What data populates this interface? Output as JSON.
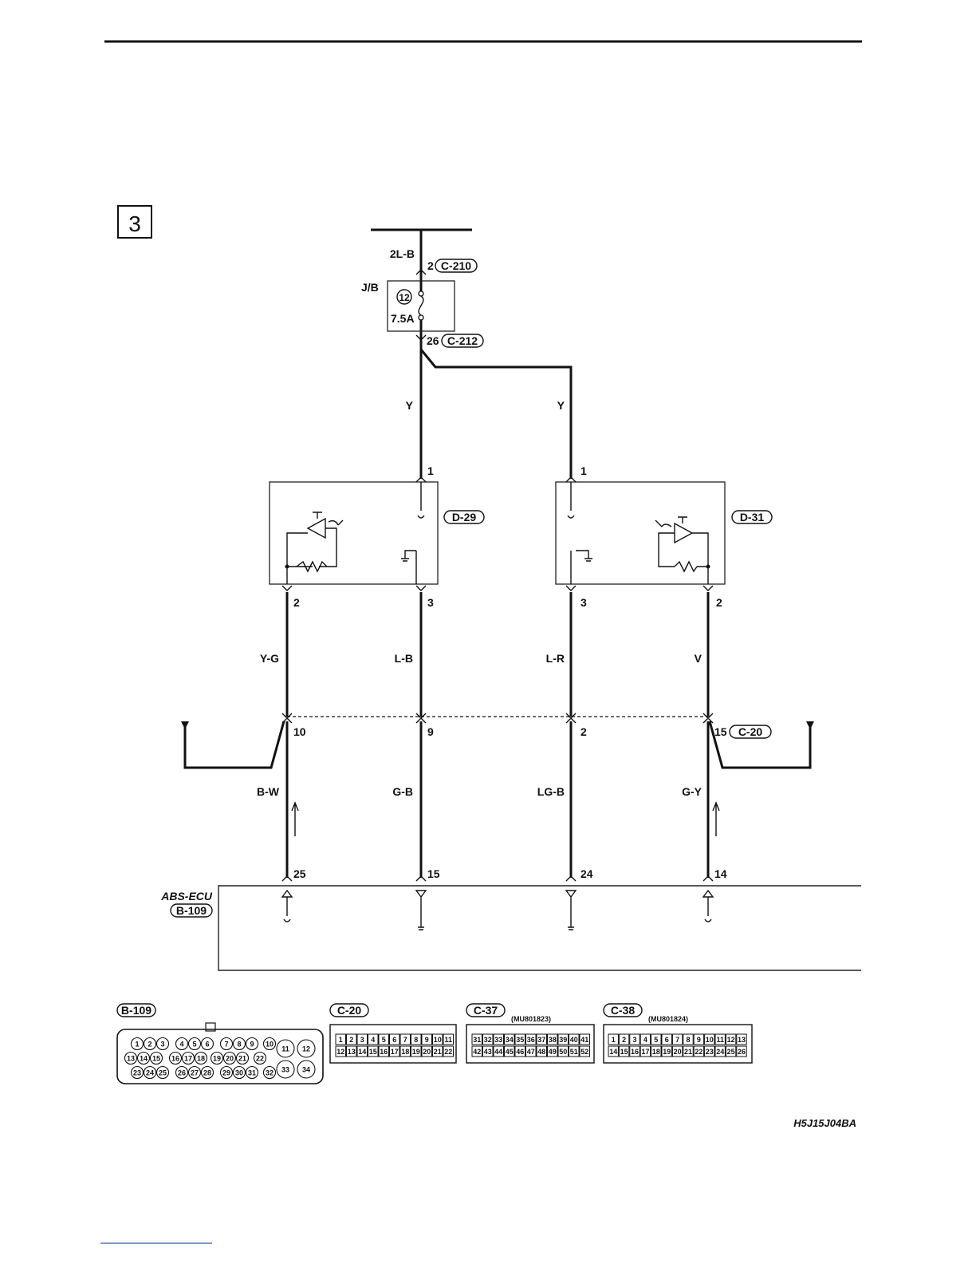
{
  "section_number": "3",
  "power": {
    "wire_top": "2L-B",
    "pin_top": "2",
    "connector_top": "C-210",
    "junction_block": "J/B",
    "fuse_number": "12",
    "fuse_rating": "7.5A",
    "pin_bottom": "26",
    "connector_bottom": "C-212"
  },
  "feed_wires": {
    "left": "Y",
    "right": "Y"
  },
  "sensors": [
    {
      "connector": "D-29",
      "pin_power": "1",
      "pin_signal": "2",
      "pin_ground": "3"
    },
    {
      "connector": "D-31",
      "pin_power": "1",
      "pin_signal": "2",
      "pin_ground": "3"
    }
  ],
  "upper_wires": [
    "Y-G",
    "L-B",
    "L-R",
    "V"
  ],
  "junction": {
    "connector": "C-20",
    "pins": [
      "10",
      "9",
      "2",
      "15"
    ]
  },
  "lower_wires": [
    "B-W",
    "G-B",
    "LG-B",
    "G-Y"
  ],
  "ecu": {
    "name": "ABS-ECU",
    "connector": "B-109",
    "pins": [
      "25",
      "15",
      "24",
      "14"
    ]
  },
  "connectors_legend": [
    {
      "id": "B-109",
      "rows": [
        [
          "1",
          "2",
          "3",
          "4",
          "5",
          "6",
          "7",
          "8",
          "9",
          "10",
          "11",
          "12"
        ],
        [
          "13",
          "14",
          "15",
          "16",
          "17",
          "18",
          "19",
          "20",
          "21",
          "22"
        ],
        [
          "23",
          "24",
          "25",
          "26",
          "27",
          "28",
          "29",
          "30",
          "31",
          "32",
          "33",
          "34"
        ]
      ]
    },
    {
      "id": "C-20",
      "part": "",
      "rows": [
        [
          "1",
          "2",
          "3",
          "4",
          "5",
          "6",
          "7",
          "8",
          "9",
          "10",
          "11"
        ],
        [
          "12",
          "13",
          "14",
          "15",
          "16",
          "17",
          "18",
          "19",
          "20",
          "21",
          "22"
        ]
      ]
    },
    {
      "id": "C-37",
      "part": "(MU801823)",
      "rows": [
        [
          "31",
          "32",
          "33",
          "34",
          "35",
          "36",
          "37",
          "38",
          "39",
          "40",
          "41"
        ],
        [
          "42",
          "43",
          "44",
          "45",
          "46",
          "47",
          "48",
          "49",
          "50",
          "51",
          "52"
        ]
      ]
    },
    {
      "id": "C-38",
      "part": "(MU801824)",
      "rows": [
        [
          "1",
          "2",
          "3",
          "4",
          "5",
          "6",
          "7",
          "8",
          "9",
          "10",
          "11",
          "12",
          "13"
        ],
        [
          "14",
          "15",
          "16",
          "17",
          "18",
          "19",
          "20",
          "21",
          "22",
          "23",
          "24",
          "25",
          "26"
        ]
      ]
    }
  ],
  "figure_code": "H5J15J04BA"
}
